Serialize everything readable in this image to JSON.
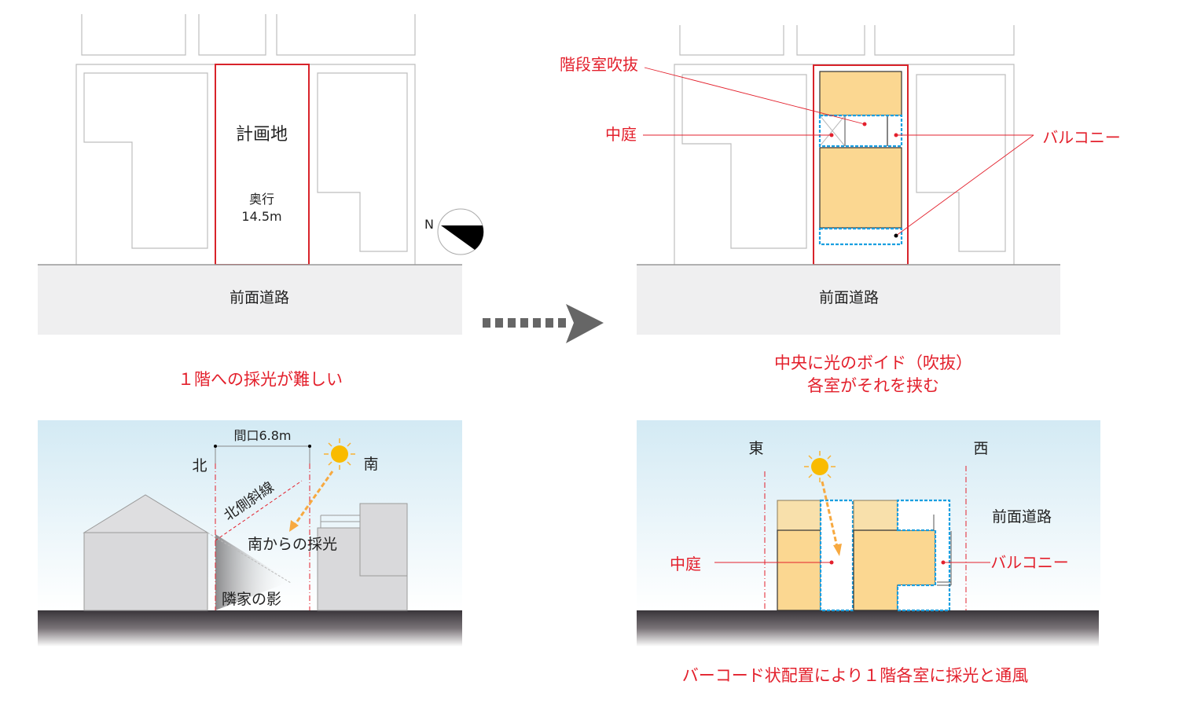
{
  "before_plan": {
    "site_label": "計画地",
    "depth_label": "奥行",
    "depth_value": "14.5m",
    "road_label": "前面道路",
    "north_label": "N"
  },
  "after_plan": {
    "stair_void_label": "階段室吹抜",
    "courtyard_label": "中庭",
    "balcony_label": "バルコニー",
    "road_label": "前面道路"
  },
  "captions": {
    "before": "１階への採光が難しい",
    "after_line1": "中央に光のボイド（吹抜）",
    "after_line2": "各室がそれを挟む",
    "bottom": "バーコード状配置により１階各室に採光と通風"
  },
  "before_section": {
    "frontage": "間口6.8m",
    "north": "北",
    "south": "南",
    "north_slope": "北側斜線",
    "south_light": "南からの採光",
    "neighbor_shadow": "隣家の影"
  },
  "after_section": {
    "east": "東",
    "west": "西",
    "road_label": "前面道路",
    "courtyard_label": "中庭",
    "balcony_label": "バルコニー"
  },
  "colors": {
    "accent_red": "#e3202c",
    "room_fill": "#fbd791",
    "void_outline": "#1a9fe0",
    "sun": "#f9bb00",
    "arrow": "#666666"
  }
}
